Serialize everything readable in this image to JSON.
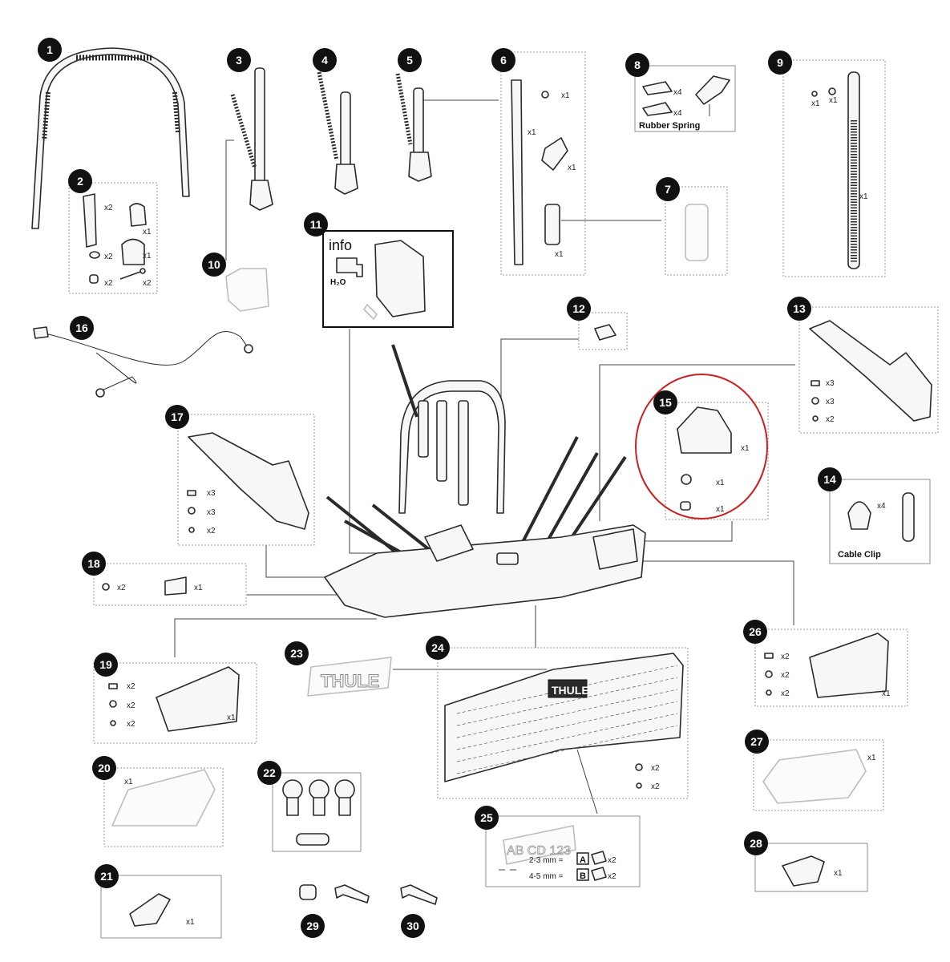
{
  "parts": [
    {
      "num": "1"
    },
    {
      "num": "2"
    },
    {
      "num": "3"
    },
    {
      "num": "4"
    },
    {
      "num": "5"
    },
    {
      "num": "6"
    },
    {
      "num": "7"
    },
    {
      "num": "8"
    },
    {
      "num": "9"
    },
    {
      "num": "10"
    },
    {
      "num": "11"
    },
    {
      "num": "12"
    },
    {
      "num": "13"
    },
    {
      "num": "14"
    },
    {
      "num": "15"
    },
    {
      "num": "16"
    },
    {
      "num": "17"
    },
    {
      "num": "18"
    },
    {
      "num": "19"
    },
    {
      "num": "20"
    },
    {
      "num": "21"
    },
    {
      "num": "22"
    },
    {
      "num": "23"
    },
    {
      "num": "24"
    },
    {
      "num": "25"
    },
    {
      "num": "26"
    },
    {
      "num": "27"
    },
    {
      "num": "28"
    },
    {
      "num": "29"
    },
    {
      "num": "30"
    }
  ],
  "labels": {
    "rubber_spring": "Rubber Spring",
    "cable_clip": "Cable Clip",
    "info": "info",
    "h2o": "H₂O",
    "thule": "THULE",
    "plate": "AB CD 123",
    "mm_a": "2-3 mm =",
    "mm_b": "4-5 mm =",
    "a": "A",
    "b": "B"
  },
  "qty": {
    "x1": "x1",
    "x2": "x2",
    "x3": "x3",
    "x4": "x4"
  },
  "colors": {
    "highlight": "#cc1f1f",
    "badge": "#111111"
  }
}
